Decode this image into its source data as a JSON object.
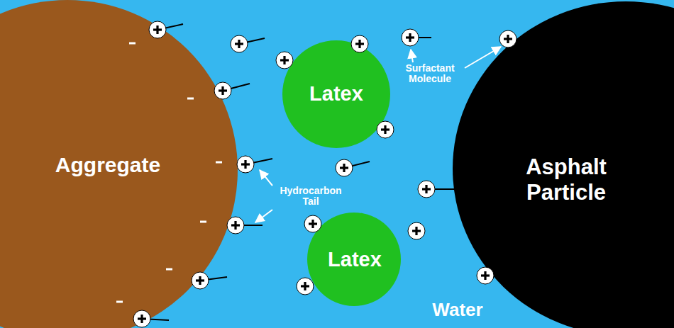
{
  "diagram": {
    "nodes": [
      {
        "text": [
          "Aggregate"
        ]
      },
      {
        "text": [
          "Latex"
        ]
      },
      {
        "text": [
          "Latex"
        ]
      },
      {
        "text": [
          "Asphalt Particle"
        ]
      }
    ],
    "labels": [
      "Surfactant Molecule",
      "Hydrocarbon Tail",
      "Water"
    ]
  }
}
